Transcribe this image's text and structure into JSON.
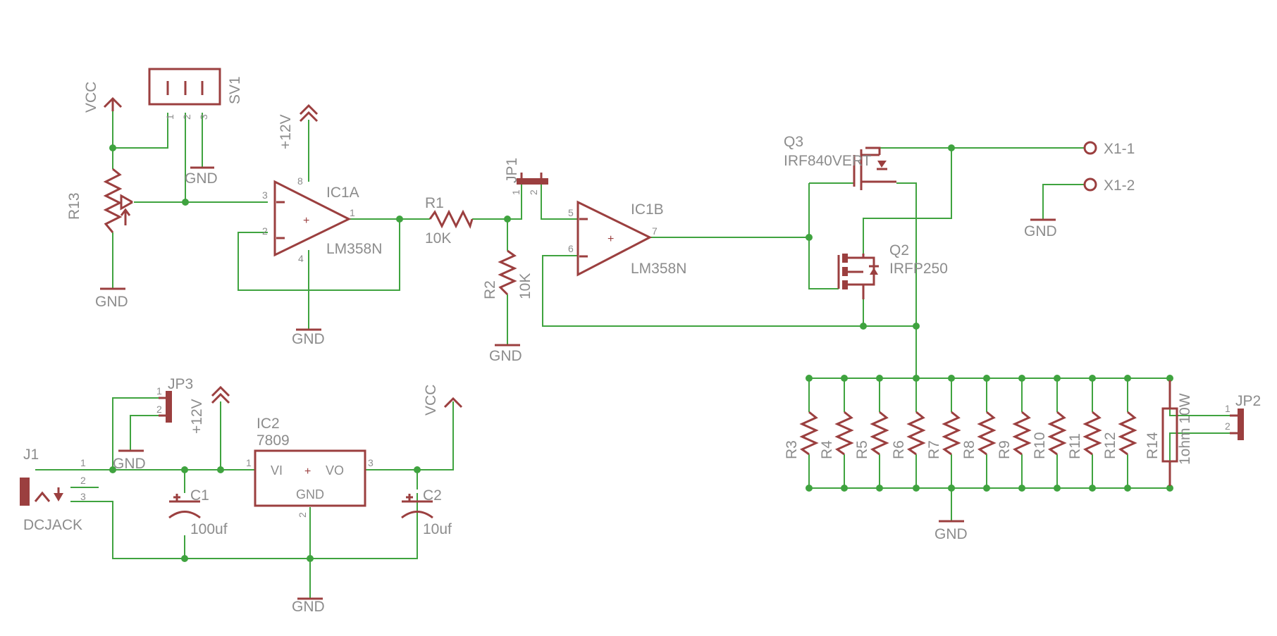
{
  "labels": {
    "vcc": "VCC",
    "sv1": "SV1",
    "p12v": "+12V",
    "gnd": "GND",
    "r13": "R13",
    "ic1a": "IC1A",
    "lm358n": "LM358N",
    "r1": "R1",
    "k10": "10K",
    "jp1": "JP1",
    "r2": "R2",
    "ic1b": "IC1B",
    "q3": "Q3",
    "irf840": "IRF840VERT",
    "q2": "Q2",
    "irfp250": "IRFP250",
    "x11": "X1-1",
    "x12": "X1-2",
    "jp3": "JP3",
    "ic2": "IC2",
    "ic2_part": "7809",
    "vi": "VI",
    "vo": "VO",
    "j1": "J1",
    "dcjack": "DCJACK",
    "c1": "C1",
    "c1v": "100uf",
    "c2": "C2",
    "c2v": "10uf",
    "r3": "R3",
    "r4": "R4",
    "r5": "R5",
    "r6": "R6",
    "r7": "R7",
    "r8": "R8",
    "r9": "R9",
    "r10": "R10",
    "r11": "R11",
    "r12": "R12",
    "r14": "R14",
    "r14v": "1ohm 10W",
    "jp2": "JP2"
  },
  "pins": {
    "p1": "1",
    "p2": "2",
    "p3": "3",
    "p4": "4",
    "p5": "5",
    "p6": "6",
    "p7": "7",
    "p8": "8",
    "plus": "+",
    "minus": "−"
  },
  "colors": {
    "wire": "#3fa33f",
    "symbol": "#9b3f3f",
    "text": "#8c8c8c"
  }
}
